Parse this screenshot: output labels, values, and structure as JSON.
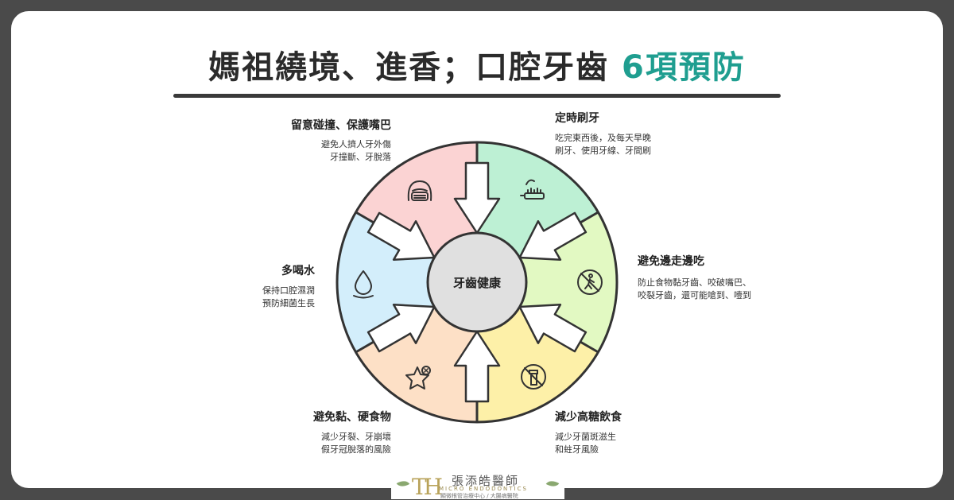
{
  "header": {
    "title_main": "媽祖繞境、進香；口腔牙齒 ",
    "title_accent": "6項預防"
  },
  "center": {
    "label": "牙齒健康"
  },
  "items": [
    {
      "title": "定時刷牙",
      "desc_lines": [
        "吃完東西後，及每天早晚",
        "刷牙、使用牙線、牙間刷"
      ],
      "icon": "toothbrush-icon",
      "color": "#bdf0d4"
    },
    {
      "title": "避免邊走邊吃",
      "desc_lines": [
        "防止食物黏牙齒、咬破嘴巴、",
        "咬裂牙齒，還可能嗆到、噎到"
      ],
      "icon": "no-walking-eating-icon",
      "color": "#e2f9c2"
    },
    {
      "title": "減少高糖飲食",
      "desc_lines": [
        "減少牙菌斑滋生",
        "和蛀牙風險"
      ],
      "icon": "no-sugar-icon",
      "color": "#fdf0a8"
    },
    {
      "title": "避免黏、硬食物",
      "desc_lines": [
        "減少牙裂、牙崩壞",
        "假牙冠脫落的風險"
      ],
      "icon": "broken-star-icon",
      "color": "#fde0c6"
    },
    {
      "title": "多喝水",
      "desc_lines": [
        "保持口腔濕潤",
        "預防細菌生長"
      ],
      "icon": "water-drop-icon",
      "color": "#d3eefb"
    },
    {
      "title": "留意碰撞、保護嘴巴",
      "desc_lines": [
        "避免人擠人牙外傷",
        "牙撞斷、牙脫落"
      ],
      "icon": "mask-face-icon",
      "color": "#fbd3d3"
    }
  ],
  "logo": {
    "mark": "TH",
    "name": "張添皓醫師",
    "subtitle": "MICRO ENDODONTICS",
    "tagline": "顯微根管治療中心 / 大腸病醫院"
  }
}
